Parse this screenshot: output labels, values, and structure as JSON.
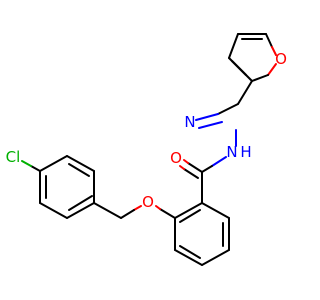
{
  "molecule": {
    "atoms": {
      "chlorine": "Cl",
      "ether_oxygen": "O",
      "carbonyl_oxygen": "O",
      "amide_nitrogen": "N",
      "amide_hydrogen": "H",
      "imine_nitrogen": "N",
      "furan_oxygen": "O"
    },
    "colors": {
      "bond": "#000000",
      "oxygen": "#ff0000",
      "nitrogen": "#0000ff",
      "chlorine": "#00b000"
    }
  }
}
